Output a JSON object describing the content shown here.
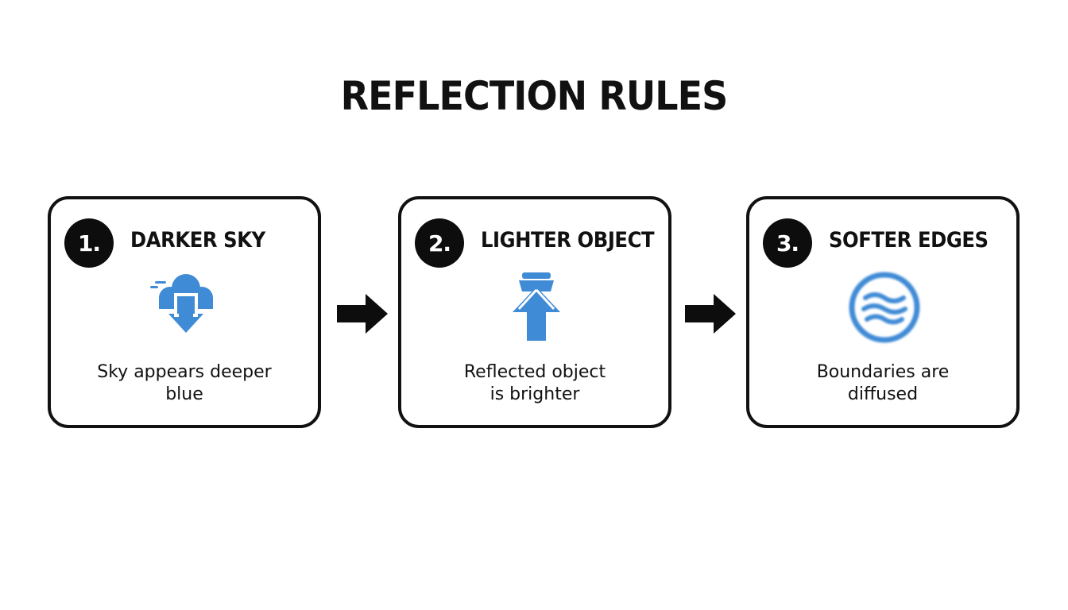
{
  "title": "REFLECTION RULES",
  "cards": [
    {
      "number": "1.",
      "heading": "DARKER SKY",
      "icon": "cloud-down-arrow-icon",
      "desc_line1": "Sky appears deeper",
      "desc_line2": "blue"
    },
    {
      "number": "2.",
      "heading": "LIGHTER OBJECT",
      "icon": "up-arrow-icon",
      "desc_line1": "Reflected object",
      "desc_line2": "is brighter"
    },
    {
      "number": "3.",
      "heading": "SOFTER EDGES",
      "icon": "wavy-circle-icon",
      "desc_line1": "Boundaries are",
      "desc_line2": "diffused"
    }
  ],
  "colors": {
    "accent": "#3f8bd6",
    "ink": "#111111",
    "background": "#ffffff"
  }
}
